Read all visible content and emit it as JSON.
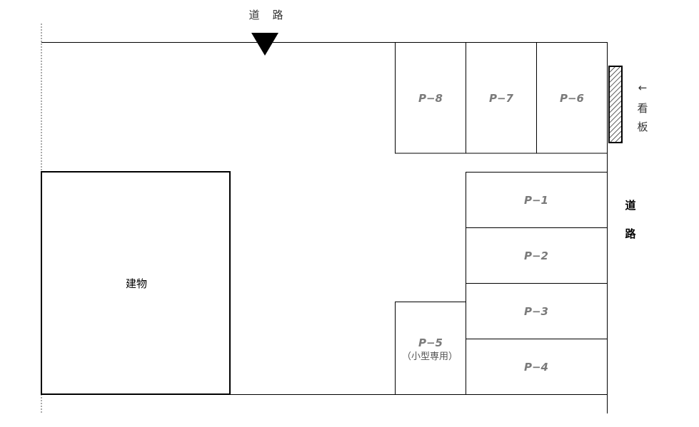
{
  "road_top": {
    "char1": "道",
    "char2": "路"
  },
  "road_right": {
    "char1": "道",
    "char2": "路"
  },
  "signboard": {
    "arrow": "←",
    "char1": "看",
    "char2": "板"
  },
  "building": {
    "label": "建物"
  },
  "spots": {
    "p1": "P−1",
    "p2": "P−2",
    "p3": "P−3",
    "p4": "P−4",
    "p5": "P−5",
    "p5_note": "（小型専用）",
    "p6": "P−6",
    "p7": "P−7",
    "p8": "P−8"
  },
  "icons": {
    "entrance": "entrance-triangle-icon",
    "sign": "hatched-signboard-icon"
  }
}
